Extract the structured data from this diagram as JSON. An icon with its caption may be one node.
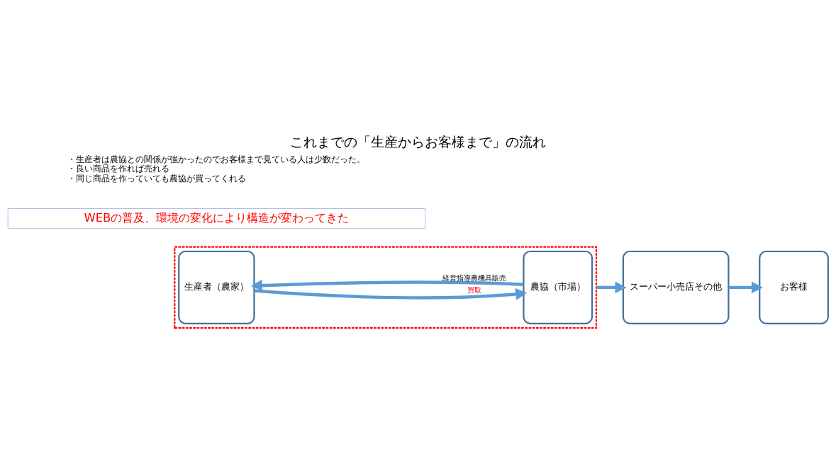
{
  "diagram": {
    "title": "これまでの「生産からお客様まで」の流れ",
    "nodes": [
      {
        "text": [],
        "shape": "box"
      },
      {
        "text": [
          "生産者（農家）"
        ],
        "in": 0
      },
      {
        "text": [
          "農協（市場）"
        ],
        "in": 0
      },
      {
        "text": [
          "スーパー小売店その他"
        ]
      },
      {
        "text": [
          "お客様"
        ]
      },
      {
        "text": [
          "WEBの普及、環境の変化により構造が変わってきた"
        ]
      }
    ],
    "edges": [
      {
        "from": 1,
        "to": 2,
        "arrow": "to",
        "label": "買取"
      },
      {
        "from": 2,
        "to": 1,
        "arrow": "to",
        "label": "経営指導農機具販売"
      },
      {
        "from": 0,
        "to": 3,
        "arrow": "to"
      },
      {
        "from": 3,
        "to": 4,
        "arrow": "to"
      }
    ],
    "labels": [
      "・生産者は農協との関係が強かったのでお客様まで見ている人は少数だった。",
      "・良い商品を作れば売れる",
      "・同じ商品を作っていても農協が買ってくれる"
    ]
  }
}
